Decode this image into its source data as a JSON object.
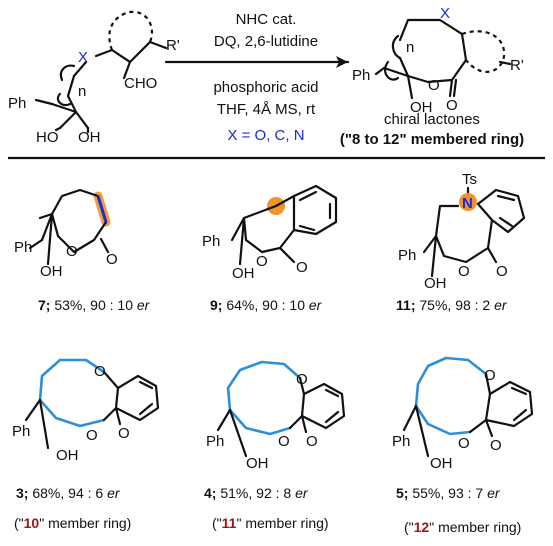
{
  "reaction": {
    "conditions": [
      "NHC  cat.",
      "DQ, 2,6-lutidine",
      "phosphoric acid",
      "THF, 4Å MS, rt"
    ],
    "x_scope": "X = O, C, N",
    "product_label": "chiral lactones",
    "product_range": "(\"8 to 12\" membered ring)"
  },
  "substrate": {
    "atoms": {
      "ph": "Ph",
      "x": "X",
      "n": "n",
      "cho": "CHO",
      "r": "R'",
      "oh1": "HO",
      "oh2": "OH"
    }
  },
  "product": {
    "atoms": {
      "ph": "Ph",
      "x": "X",
      "n": "n",
      "o": "O",
      "oh": "OH",
      "co": "O",
      "r": "R'"
    }
  },
  "compounds": [
    {
      "id": "7",
      "yield": "53%",
      "er": "90 : 10",
      "ring_size": ""
    },
    {
      "id": "9",
      "yield": "64%",
      "er": "90 : 10",
      "ring_size": ""
    },
    {
      "id": "11",
      "yield": "75%",
      "er": "98 : 2",
      "ring_size": ""
    },
    {
      "id": "3",
      "yield": "68%",
      "er": "94 : 6",
      "ring_size": "10"
    },
    {
      "id": "4",
      "yield": "51%",
      "er": "92 : 8",
      "ring_size": "11"
    },
    {
      "id": "5",
      "yield": "55%",
      "er": "93 : 7",
      "ring_size": "12"
    }
  ],
  "labels": {
    "ph": "Ph",
    "o": "O",
    "oh": "OH",
    "n": "N",
    "ts": "Ts",
    "er_unit": "er",
    "ring_word": " member ring)",
    "ring_open": "(\"",
    "ring_close": "\""
  },
  "colors": {
    "ring_highlight": "#2f8fd6",
    "atom_highlight": "#f0932b",
    "ring_size_text": "#a31515",
    "scope_text": "#1b2bd6"
  }
}
